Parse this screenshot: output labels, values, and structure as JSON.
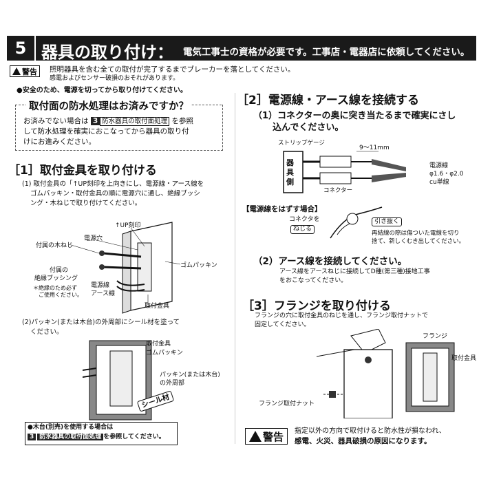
{
  "section": {
    "number": "5",
    "title": "器具の取り付け：",
    "subtitle": "電気工事士の資格が必要です。工事店・電器店に依頼してください。"
  },
  "warning_top": {
    "label": "警告",
    "line1": "照明器具を含む全ての取付が完了するまでブレーカーを落としてください。",
    "line2": "感電およびセンサー破損のおそれがあります。"
  },
  "safety_note": "●安全のため、電源を切ってから取り付けてください。",
  "waterproof": {
    "title": "取付面の防水処理はお済みですか？",
    "text_a": "お済みでない場合は",
    "ref_num": "3",
    "ref_label": "防水器具の取付面処理",
    "text_b": "を参照",
    "text_c": "して防水処理を確実におこなってから器具の取り付",
    "text_d": "けにお進みください。"
  },
  "step1": {
    "heading": "［1］取付金具を取り付ける",
    "inst1_a": "(1) 取付金具の「↑UP刻印を上向きにし、電源線・アース線を",
    "inst1_b": "ゴムパッキン・取付金具の順に電源穴に通し、絶縁ブッシ",
    "inst1_c": "ング・木ねじで取り付けてください。",
    "labels": {
      "up_mark": "↑UP刻印",
      "power_hole": "電源穴",
      "wood_screw": "付属の木ねじ",
      "bushing_a": "付属の",
      "bushing_b": "絶縁ブッシング",
      "bushing_note_a": "＊絶縁のため必ず",
      "bushing_note_b": "ご使用ください。",
      "rubber": "ゴムパッキン",
      "power_wire": "電源線",
      "earth_wire": "アース線",
      "bracket": "取付金具"
    },
    "inst2_a": "(2)パッキン(または木台)の外周部にシール材を塗って",
    "inst2_b": "ください。",
    "labels2": {
      "bracket": "取付金具",
      "rubber": "ゴムパッキン",
      "outer_a": "パッキン(または木台)",
      "outer_b": "の外周部",
      "sealant": "シール材"
    },
    "wood_note_a": "●木台(別売)を使用する場合は",
    "wood_ref_num": "3",
    "wood_ref_label": "防水器具の取付面処理",
    "wood_note_b": "を参照してください。"
  },
  "step2": {
    "heading": "［2］電源線・アース線を接続する",
    "inst1_a": "（1）コネクターの奥に突き当たるまで確実にさし",
    "inst1_b": "込んでください。",
    "labels": {
      "strip_gauge": "ストリップゲージ",
      "strip_len": "9～11mm",
      "device_side": "器具側",
      "connector": "コネクター",
      "power_line": "電源線",
      "spec": "φ1.6・φ2.0",
      "cu": "cu単線"
    },
    "remove_title": "【電源線をはずす場合】",
    "remove_labels": {
      "connector_to": "コネクタを",
      "twist": "ねじる",
      "pull": "引き抜く"
    },
    "remove_note_a": "再結線の際は傷ついた電線を切り",
    "remove_note_b": "捨て、新しくむき出してください。",
    "inst2": "（2）アース線を接続してください。",
    "inst2_note_a": "アース線をアースねじに接続してD種(第三種)接地工事",
    "inst2_note_b": "をおこなってください。"
  },
  "step3": {
    "heading": "［3］フランジを取り付ける",
    "inst_a": "フランジの穴に取付金具のねじを通し、フランジ取付ナットで",
    "inst_b": "固定してください。",
    "labels": {
      "flange": "フランジ",
      "bracket": "取付金具",
      "nut": "フランジ取付ナット"
    }
  },
  "warning_bottom": {
    "label": "警告",
    "line1": "指定以外の方向で取付けると防水性が損なわれ、",
    "line2": "感電、火災、器具破損の原因になります。"
  }
}
